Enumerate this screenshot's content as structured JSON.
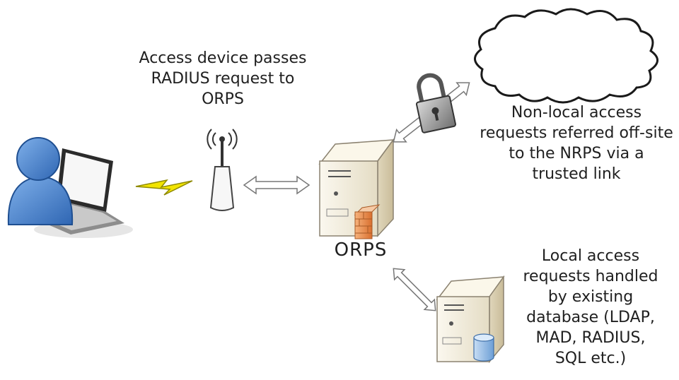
{
  "labels": {
    "access_device": [
      "Access device passes",
      "RADIUS request to",
      "ORPS"
    ],
    "non_local": [
      "Non-local access",
      "requests referred off-site",
      "to the NRPS via a",
      "trusted link"
    ],
    "local": [
      "Local access",
      "requests handled",
      "by existing",
      "database (LDAP,",
      "MAD, RADIUS,",
      "SQL etc.)"
    ],
    "orps": "ORPS"
  },
  "icons": [
    "user-icon",
    "laptop-icon",
    "lightning-icon",
    "wireless-access-point-icon",
    "server-icon",
    "firewall-icon",
    "cloud-icon",
    "padlock-icon",
    "database-icon"
  ],
  "colors": {
    "user_blue": "#3b78c4",
    "lightning_yellow": "#f2e400",
    "server_cream": "#f1ead6",
    "firewall_orange": "#e8884a",
    "database_blue": "#9cc3ea"
  }
}
